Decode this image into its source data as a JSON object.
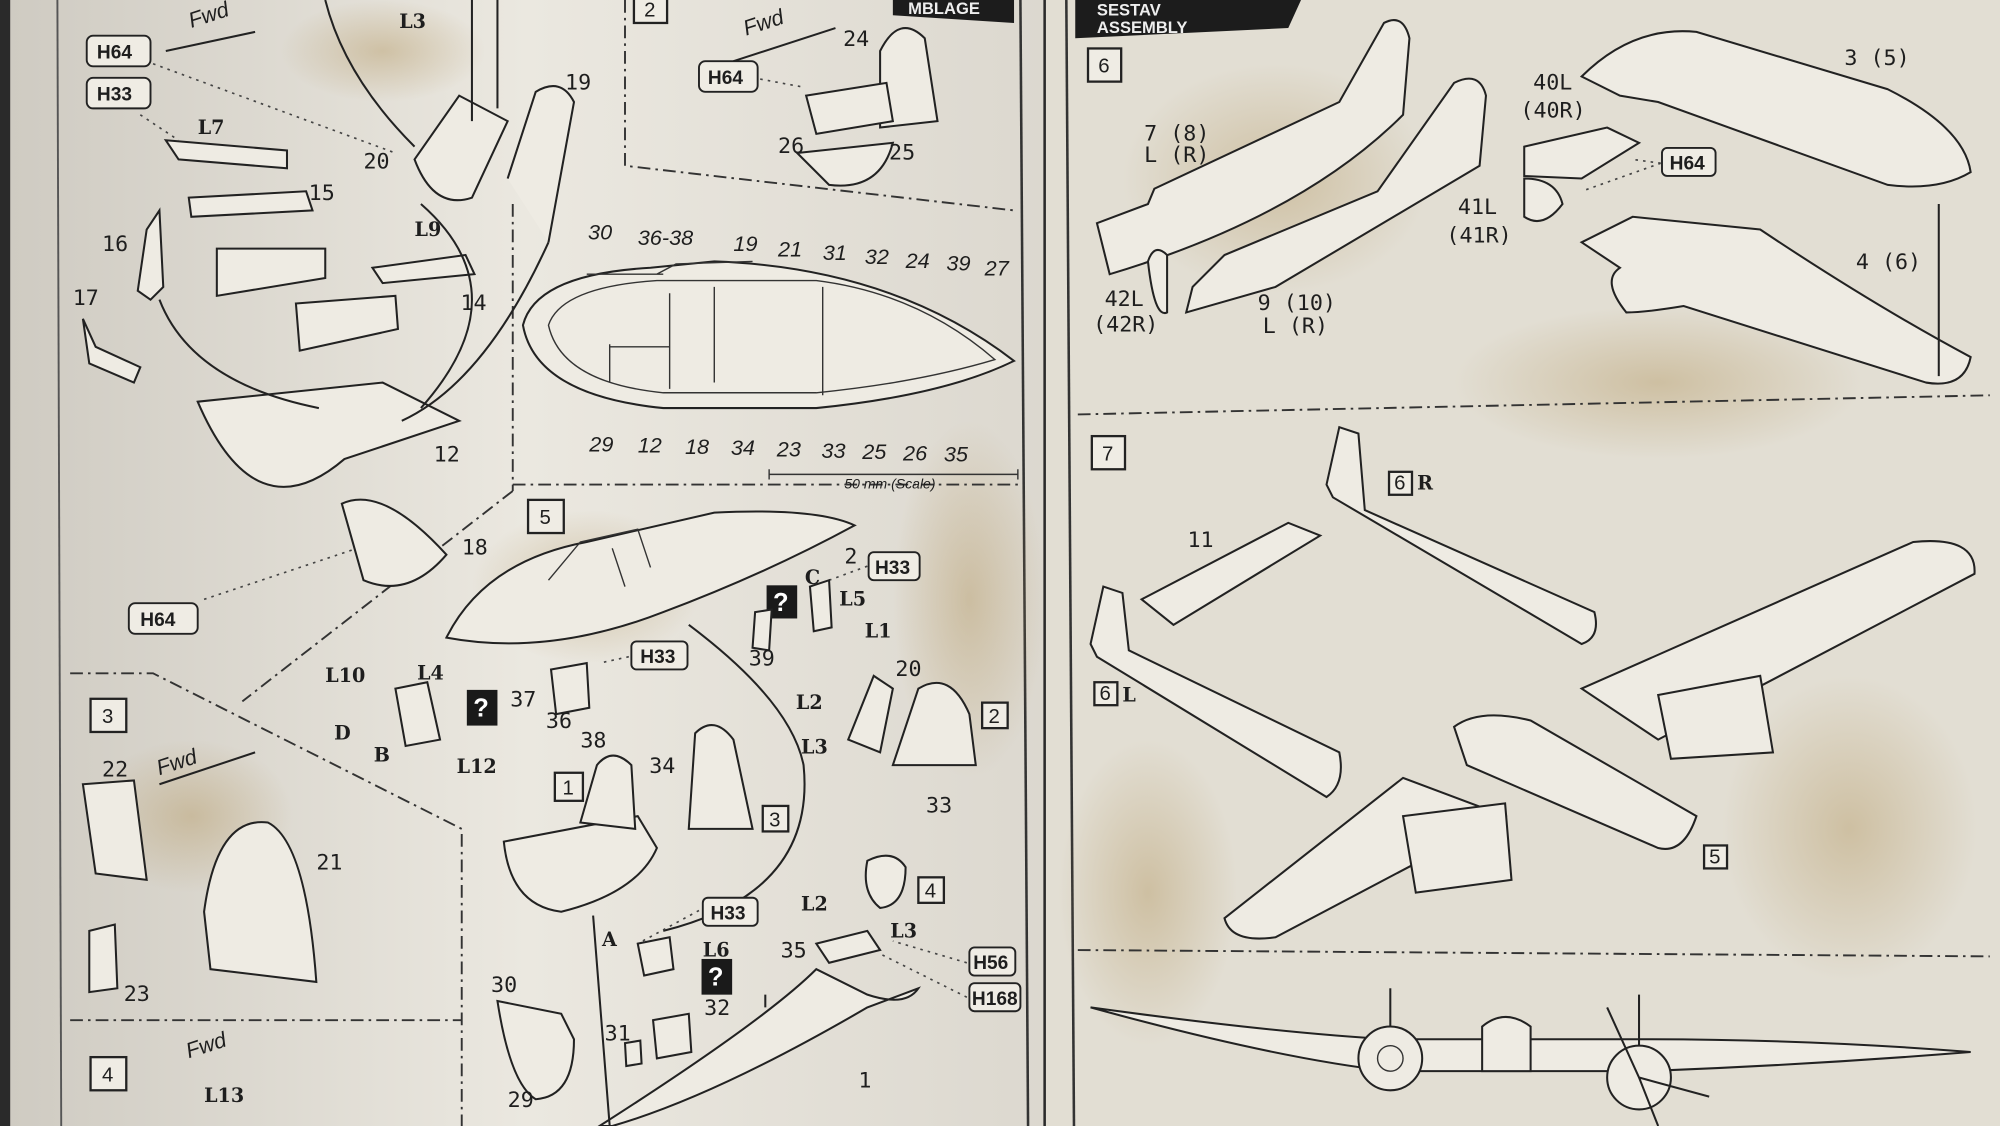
{
  "banners": {
    "left": "MBLAGE",
    "right_top": "SESTAV",
    "right": "ASSEMBLY"
  },
  "fwd": "Fwd",
  "question": "?",
  "step1": {
    "tags": [
      "H64",
      "H33",
      "H64"
    ],
    "labels": [
      "L3",
      "L7",
      "15",
      "16",
      "L9",
      "14",
      "17",
      "19",
      "20",
      "12",
      "18"
    ]
  },
  "step2": {
    "number": "2",
    "tag": "H64",
    "labels": [
      "24",
      "26",
      "25"
    ]
  },
  "section": {
    "top": [
      "30",
      "36-38",
      "19",
      "21",
      "31",
      "32",
      "24",
      "39",
      "27"
    ],
    "bottom": [
      "29",
      "12",
      "18",
      "34",
      "23",
      "33",
      "25",
      "26",
      "35"
    ],
    "scale": "50 mm (Scale)"
  },
  "step3": {
    "number": "3",
    "labels": [
      "22",
      "21",
      "23"
    ]
  },
  "step4": {
    "number": "4",
    "labels": [
      "L13"
    ]
  },
  "step5": {
    "number": "5",
    "tags": [
      "H33",
      "H33",
      "H33",
      "H56",
      "H168"
    ],
    "refs": [
      "1",
      "2",
      "3",
      "4"
    ],
    "labels": [
      "2",
      "C",
      "L5",
      "39",
      "L1",
      "20",
      "37",
      "36",
      "38",
      "L10",
      "L4",
      "D",
      "B",
      "L12",
      "L2",
      "L3",
      "33",
      "34",
      "A",
      "L6",
      "32",
      "L2",
      "L3",
      "35",
      "30",
      "31",
      "29",
      "1"
    ]
  },
  "step6": {
    "number": "6",
    "tag": "H64",
    "labels": [
      "7 (8)",
      "L (R)",
      "42L",
      "(42R)",
      "9 (10)",
      "L (R)",
      "40L",
      "(40R)",
      "41L",
      "(41R)",
      "3 (5)",
      "4 (6)"
    ]
  },
  "step7": {
    "number": "7",
    "refs": [
      "6",
      "R",
      "6",
      "L",
      "5"
    ],
    "labels": [
      "11"
    ]
  },
  "colors": {
    "paper": "#e9e6dd",
    "ink": "#1e1e1e",
    "banner": "#1c1c1c"
  }
}
